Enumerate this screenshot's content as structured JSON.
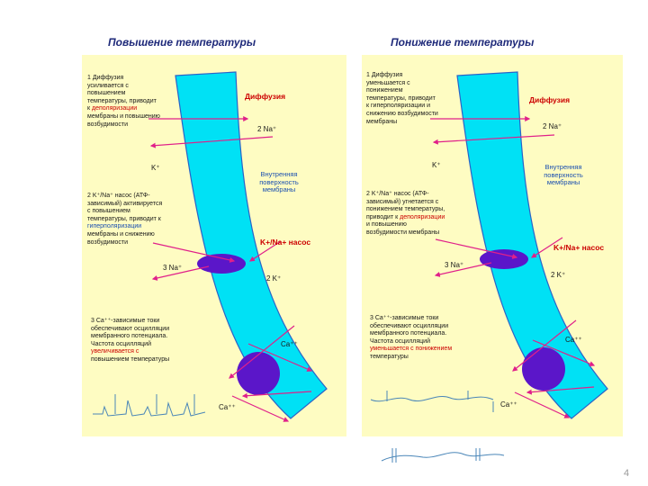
{
  "left": {
    "title": "Повышение температуры",
    "note1": {
      "l1": "1  Диффузия",
      "l2": "усиливается с",
      "l3": "повышением",
      "l4": "температуры, приводит",
      "l5a": "к ",
      "l5b": "деполяризации",
      "l6": "мембраны и повышению",
      "l7": "возбудимости"
    },
    "note2": {
      "l1": "2   K⁺/Na⁺ насос (АТФ-",
      "l2": "зависимый) активируется",
      "l3": "с повышением",
      "l4": "температуры, приводит к",
      "l5": "гиперполяризации",
      "l6": "мембраны  и снижению",
      "l7": "возбудимости"
    },
    "note3": {
      "l1": "3  Ca⁺⁺-зависимые токи",
      "l2": "обеспечивают осцилляции",
      "l3": "мембранного потенциала.",
      "l4": "Частота осцилляций",
      "l5": "увеличивается с",
      "l6": "повышением температуры"
    },
    "diffusion": "Диффузия",
    "na2": "2 Na⁺",
    "k": "K⁺",
    "inner": {
      "l1": "Внутренняя",
      "l2": "поверхность",
      "l3": "мембраны"
    },
    "pump": "K+/Na+ насос",
    "na3": "3 Na⁺",
    "k2": "2 K⁺",
    "ca1": "Ca⁺⁺",
    "ca2": "Ca⁺⁺"
  },
  "right": {
    "title": "Понижение температуры",
    "note1": {
      "l1": "1  Диффузия",
      "l2": "уменьшается с",
      "l3": "понижением",
      "l4": "температуры, приводит",
      "l5": "к гиперполяризации и",
      "l6": "снижению возбудимости",
      "l7": "мембраны"
    },
    "note2": {
      "l1": "2   K⁺/Na⁺ насос (АТФ-",
      "l2": "зависимый) угнетается с",
      "l3": "понижением температуры,",
      "l4a": "приводит к ",
      "l4b": "деполяризации",
      "l5": "и повышению",
      "l6": "возбудимости мембраны"
    },
    "note3": {
      "l1": "3 Ca⁺⁺-зависимые токи",
      "l2": "обеспечивают осцилляции",
      "l3": "мембранного потенциала.",
      "l4": "Частота осцилляций",
      "l5": "уменьшается с понижением",
      "l6": "температуры"
    },
    "diffusion": "Диффузия",
    "na2": "2 Na⁺",
    "k": "K⁺",
    "inner": {
      "l1": "Внутренняя",
      "l2": "поверхность",
      "l3": "мембраны"
    },
    "pump": "K+/Na+ насос",
    "na3": "3 Na⁺",
    "k2": "2 K⁺",
    "ca1": "Ca⁺⁺",
    "ca2": "Ca⁺⁺"
  },
  "page_number": "4",
  "colors": {
    "panel": "#fefcc2",
    "channel": "#00e1f5",
    "channel_edge": "#2b63c7",
    "organelle": "#5b16c9",
    "arrow": "#e0208a",
    "trace": "#4a86b8"
  }
}
